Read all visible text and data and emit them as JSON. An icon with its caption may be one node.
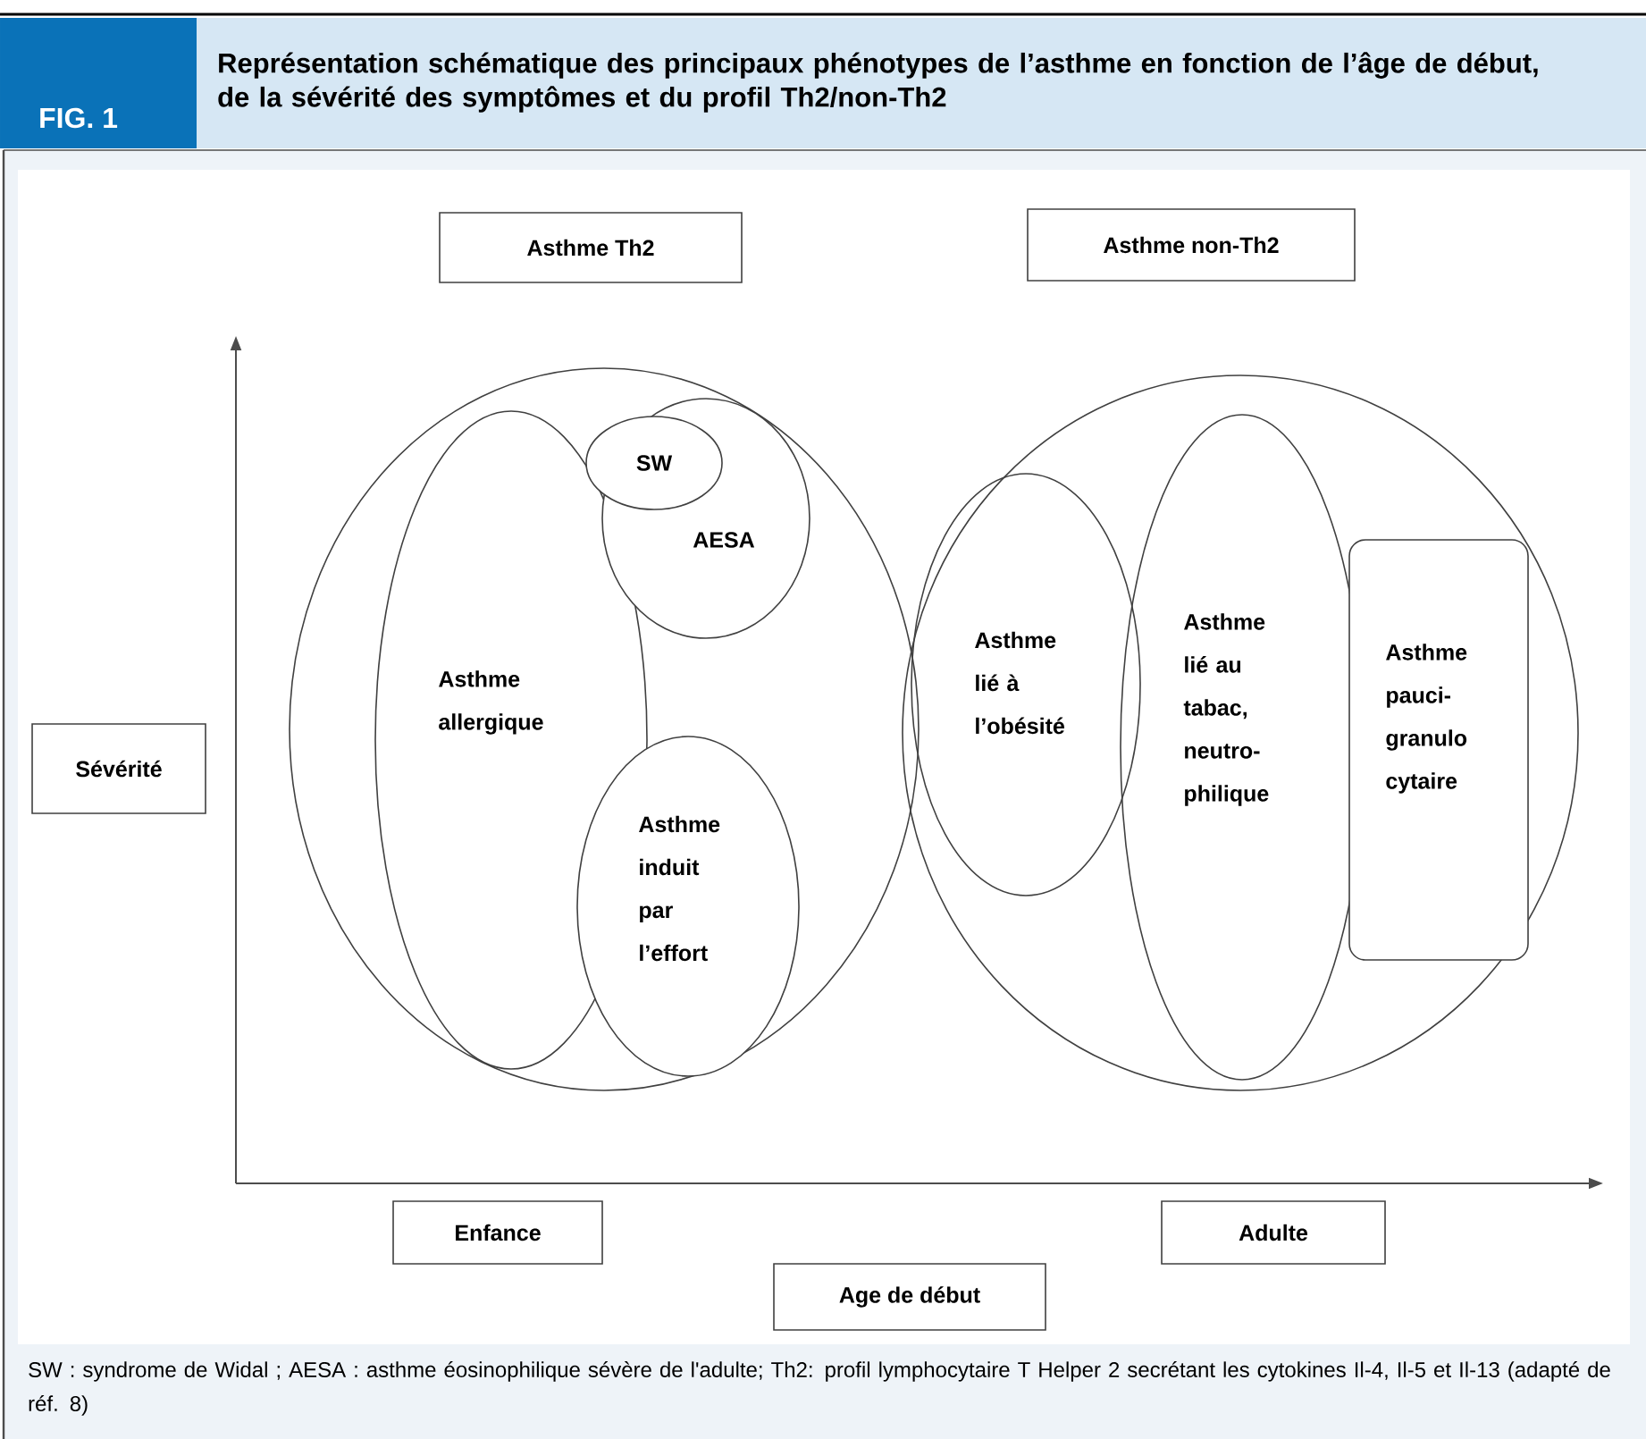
{
  "diagram": {
    "title": "Représentation schématique des principaux phénotypes de l’asthme en fonction de l’âge de début, de la sévérité des symptômes et du profil Th2/non-Th2",
    "caption": "SW : syndrome de Widal ; AESA : asthme éosinophilique sévère de l'adulte; Th2: profil lymphocytaire T Helper 2 secrétant les cytokines Il-4, Il-5 et Il-13 (adapté de réf. 8)",
    "nodes": [
      {
        "text": [
          "Asthme Th2"
        ]
      },
      {
        "text": [
          "Asthme non-Th2"
        ]
      },
      {
        "text": [
          "Sévérité"
        ]
      },
      {
        "text": [],
        "shape": "circle"
      },
      {
        "text": [
          "SW"
        ],
        "in": 3
      },
      {
        "text": [
          "AESA"
        ],
        "in": 3
      },
      {
        "text": [
          "Asthme allergique"
        ],
        "in": 3
      },
      {
        "text": [
          "Asthme induit par l’effort"
        ],
        "in": 3
      },
      {
        "text": [],
        "shape": "circle"
      },
      {
        "text": [
          "Asthme lié à l’obésité"
        ],
        "in": 8
      },
      {
        "text": [
          "Asthme lié au tabac, neutro-philique"
        ],
        "in": 8
      },
      {
        "text": [
          "Asthme pauci-granulo cytaire"
        ],
        "in": 8
      },
      {
        "text": [
          "Enfance"
        ]
      },
      {
        "text": [
          "Adulte"
        ]
      },
      {
        "text": [
          "Age de début"
        ]
      }
    ],
    "labels": [
      "FIG. 1"
    ]
  }
}
